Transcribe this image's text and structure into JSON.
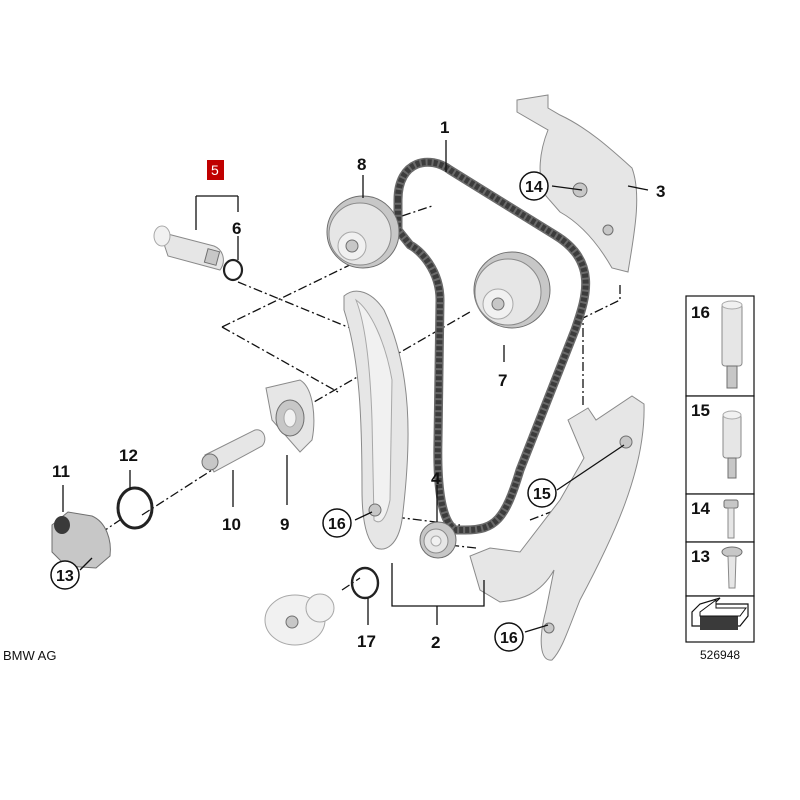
{
  "callouts": {
    "c1": "1",
    "c2": "2",
    "c3": "3",
    "c4": "4",
    "c5": "5",
    "c6": "6",
    "c7": "7",
    "c8": "8",
    "c9": "9",
    "c10": "10",
    "c11": "11",
    "c12": "12",
    "c13": "13",
    "c14": "14",
    "c15": "15",
    "c16a": "16",
    "c16b": "16",
    "c17": "17"
  },
  "legend": {
    "items": [
      {
        "label": "16"
      },
      {
        "label": "15"
      },
      {
        "label": "14"
      },
      {
        "label": "13"
      }
    ]
  },
  "footer": {
    "brand": "BMW AG",
    "diagram_number": "526948"
  },
  "colors": {
    "highlight_badge": "#c00000",
    "part_fill": "#e6e6e6",
    "chain": "#3c3c3c"
  }
}
